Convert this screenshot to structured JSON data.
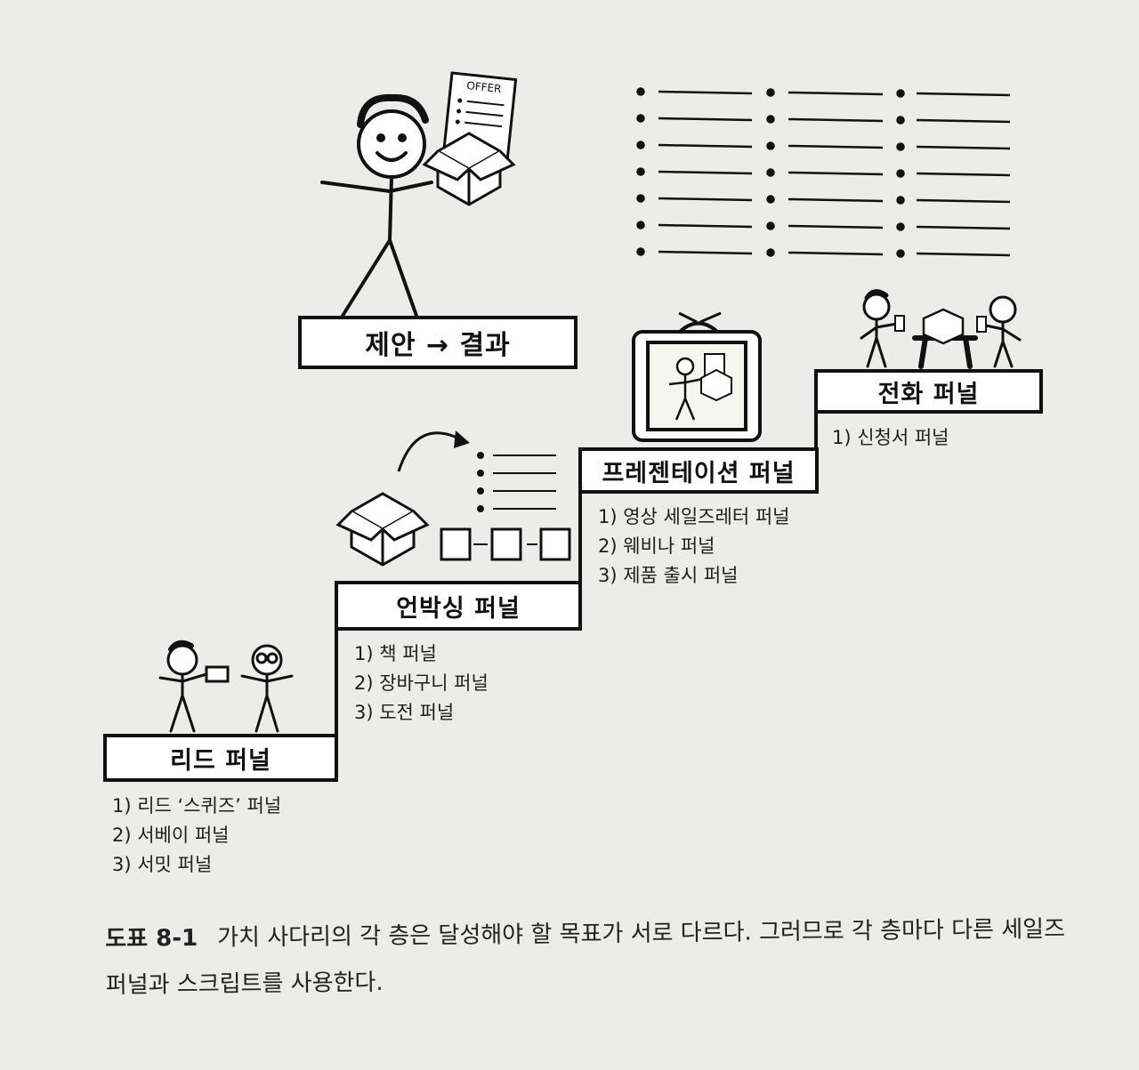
{
  "top_box": {
    "label": "제안 → 결과",
    "offer_sign": "OFFER"
  },
  "steps": [
    {
      "label": "리드 퍼널",
      "items": [
        "1) 리드 ‘스퀴즈’ 퍼널",
        "2) 서베이 퍼널",
        "3) 서밋 퍼널"
      ]
    },
    {
      "label": "언박싱 퍼널",
      "items": [
        "1) 책 퍼널",
        "2) 장바구니 퍼널",
        "3) 도전 퍼널"
      ]
    },
    {
      "label": "프레젠테이션 퍼널",
      "items": [
        "1) 영상 세일즈레터 퍼널",
        "2) 웨비나 퍼널",
        "3) 제품 출시 퍼널"
      ]
    },
    {
      "label": "전화 퍼널",
      "items": [
        "1) 신청서 퍼널"
      ]
    }
  ],
  "caption": {
    "figure_label": "도표 8-1",
    "text": "가치 사다리의 각 층은 달성해야 할 목표가 서로 다르다. 그러므로 각 층마다 다른 세일즈 퍼널과 스크립트를 사용한다."
  },
  "colors": {
    "ink": "#111111",
    "paper": "#ececea"
  }
}
